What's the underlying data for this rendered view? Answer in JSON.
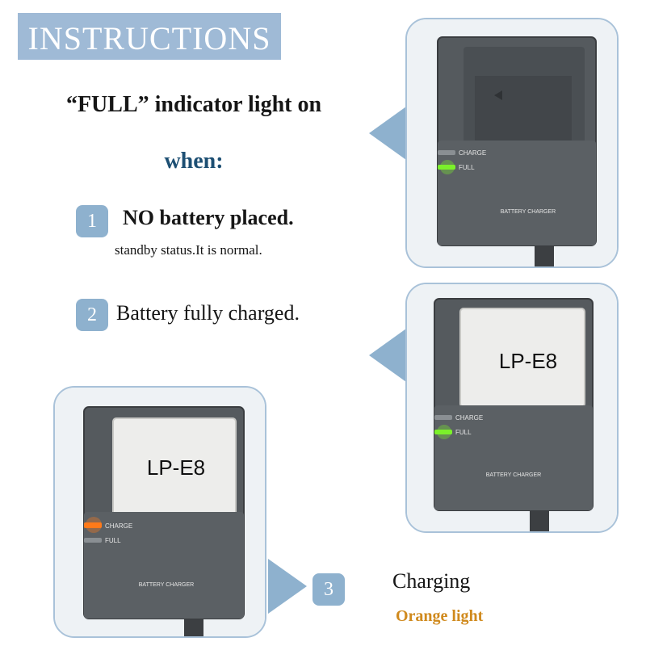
{
  "banner": {
    "title": "INSTRUCTIONS"
  },
  "intro": {
    "headline": "“FULL” indicator light on",
    "when": "when:"
  },
  "steps": [
    {
      "number": "1",
      "title": "NO battery placed.",
      "subtitle": "standby status.It is normal."
    },
    {
      "number": "2",
      "title": "Battery fully charged."
    },
    {
      "number": "3",
      "title": "Charging",
      "subtitle": "Orange light"
    }
  ],
  "chargers": [
    {
      "charge_label": "CHARGE",
      "full_label": "FULL",
      "device_label": "BATTERY CHARGER",
      "lit": "full"
    },
    {
      "battery_label": "LP-E8",
      "charge_label": "CHARGE",
      "full_label": "FULL",
      "device_label": "BATTERY CHARGER",
      "lit": "full"
    },
    {
      "battery_label": "LP-E8",
      "charge_label": "CHARGE",
      "full_label": "FULL",
      "device_label": "BATTERY CHARGER",
      "lit": "charge"
    }
  ],
  "colors": {
    "banner": "#9fbad6",
    "badge": "#8eb1ce",
    "frame_border": "#a9c2d9",
    "charger_body": "#555a5e",
    "led_green": "#7cf22a",
    "led_orange": "#ff7a1a",
    "when_text": "#1d4f73",
    "orange_text": "#d08a1e"
  }
}
